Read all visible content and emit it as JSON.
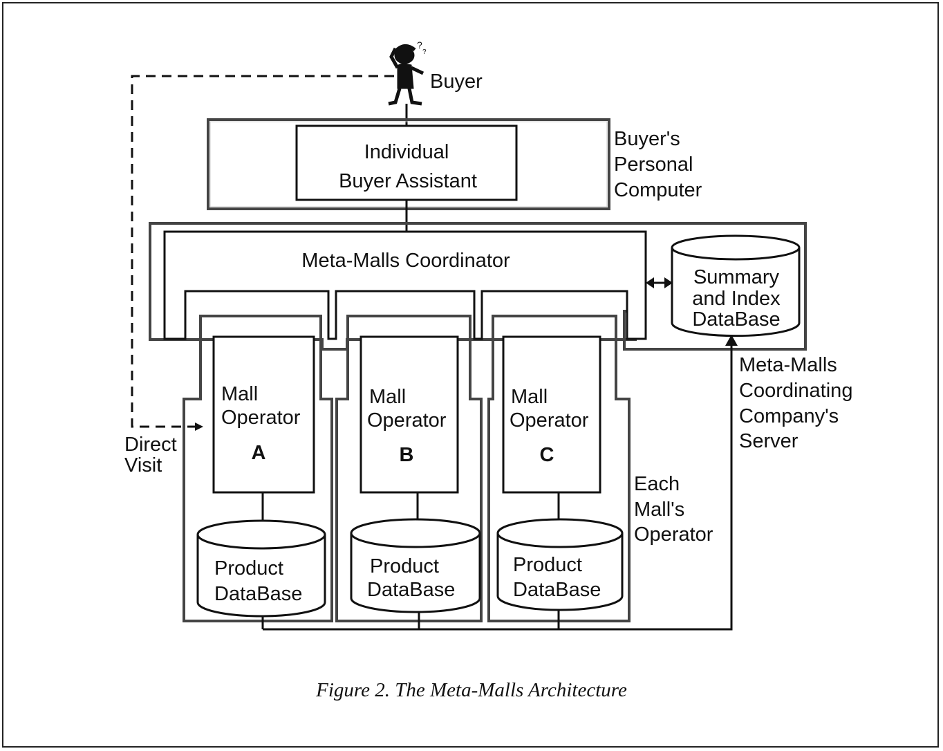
{
  "buyer": {
    "label": "Buyer",
    "icon": "buyer-figure-icon"
  },
  "assistant": {
    "line1": "Individual",
    "line2": "Buyer Assistant"
  },
  "personal_computer": {
    "line1": "Buyer's",
    "line2": "Personal",
    "line3": "Computer"
  },
  "coordinator": {
    "label": "Meta-Malls Coordinator"
  },
  "summary_db": {
    "line1": "Summary",
    "line2": "and Index",
    "line3": "DataBase"
  },
  "server": {
    "line1": "Meta-Malls",
    "line2": "Coordinating",
    "line3": "Company's",
    "line4": "Server"
  },
  "malls": [
    {
      "line1": "Mall",
      "line2": "Operator",
      "letter": "A",
      "db_line1": "Product",
      "db_line2": "DataBase"
    },
    {
      "line1": "Mall",
      "line2": "Operator",
      "letter": "B",
      "db_line1": "Product",
      "db_line2": "DataBase"
    },
    {
      "line1": "Mall",
      "line2": "Operator",
      "letter": "C",
      "db_line1": "Product",
      "db_line2": "DataBase"
    }
  ],
  "each_mall": {
    "line1": "Each",
    "line2": "Mall's",
    "line3": "Operator"
  },
  "direct_visit": {
    "line1": "Direct",
    "line2": "Visit"
  },
  "caption": "Figure 2. The Meta-Malls Architecture"
}
